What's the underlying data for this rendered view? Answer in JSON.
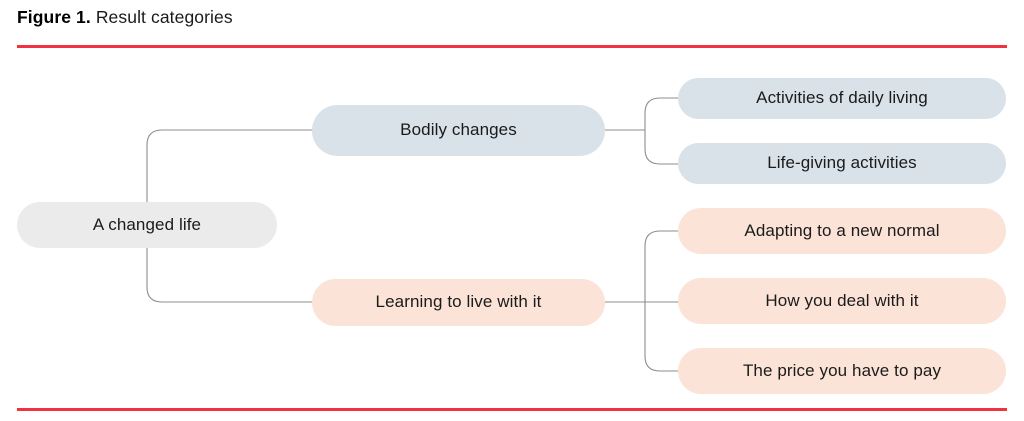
{
  "figure": {
    "label": "Figure 1.",
    "caption": "Result categories",
    "rule_color": "#ef3340"
  },
  "diagram": {
    "type": "tree",
    "orientation": "left-to-right",
    "connector_color": "#8c8c8c",
    "root": {
      "id": "root",
      "label": "A changed life",
      "color": "#ebebeb"
    },
    "branches": [
      {
        "id": "bodily",
        "label": "Bodily changes",
        "color": "#d9e1e9",
        "children": [
          {
            "id": "adl",
            "label": "Activities of daily living",
            "color": "#d9e1e9"
          },
          {
            "id": "lifegiving",
            "label": "Life-giving activities",
            "color": "#d9e1e9"
          }
        ]
      },
      {
        "id": "learning",
        "label": "Learning to live with it",
        "color": "#fbe3d7",
        "children": [
          {
            "id": "adapting",
            "label": "Adapting to a new normal",
            "color": "#fbe3d7"
          },
          {
            "id": "howdeal",
            "label": "How you deal with it",
            "color": "#fbe3d7"
          },
          {
            "id": "price",
            "label": "The price you have to pay",
            "color": "#fbe3d7"
          }
        ]
      }
    ]
  }
}
